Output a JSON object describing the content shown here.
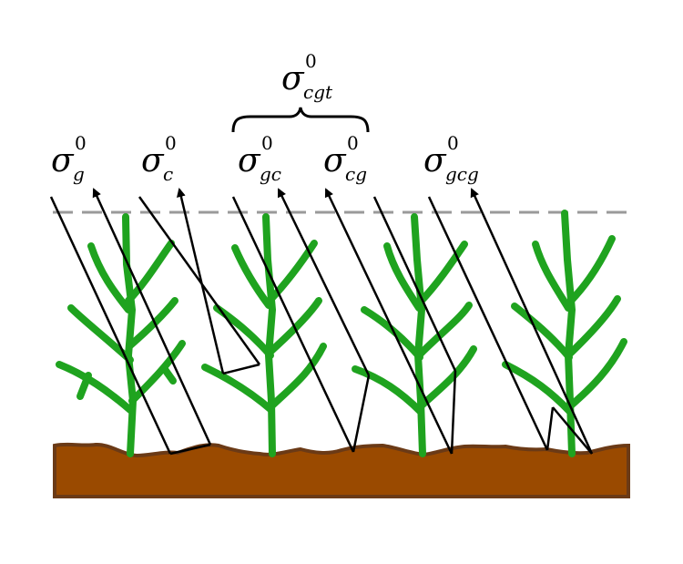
{
  "colors": {
    "soil": "#9a4a00",
    "soil_edge": "#6b3a16",
    "plant": "#1fa31f",
    "ray": "#000000",
    "canopy_line": "#9a9a9a"
  },
  "labels": {
    "g": {
      "symbol": "σ",
      "sub": "g",
      "sup": "0"
    },
    "c": {
      "symbol": "σ",
      "sub": "c",
      "sup": "0"
    },
    "gc": {
      "symbol": "σ",
      "sub": "gc",
      "sup": "0"
    },
    "cg": {
      "symbol": "σ",
      "sub": "cg",
      "sup": "0"
    },
    "gcg": {
      "symbol": "σ",
      "sub": "gcg",
      "sup": "0"
    },
    "cgt": {
      "symbol": "σ",
      "sub": "cgt",
      "sup": "0"
    }
  }
}
